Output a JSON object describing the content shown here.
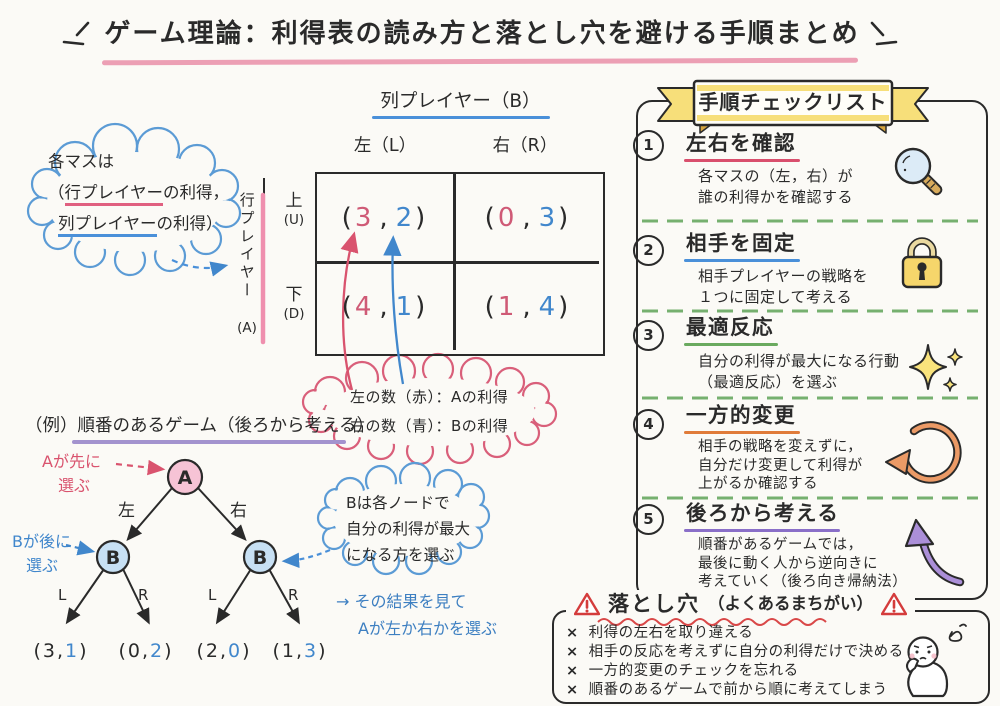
{
  "title": "ゲーム理論：利得表の読み方と落とし穴を避ける手順まとめ",
  "colors": {
    "ink": "#2a2a2a",
    "payoff_a": "#cf5a76",
    "payoff_b": "#4187cc",
    "title_underline": "#ec9fb4",
    "matrix_header_underline": "#4a90d9",
    "cloud_blue": "#5b9bd5",
    "cloud_pink": "#d95f7a",
    "divider_green": "#76b06f",
    "tree_title_underline": "#a393ce"
  },
  "note_cloud": {
    "line1": "各マスは",
    "line2_open": "（",
    "line2_red": "行プレイヤー",
    "line2_rest": "の利得，",
    "line3_blue": "列プレイヤー",
    "line3_rest": "の利得）"
  },
  "matrix": {
    "col_player": "列プレイヤー（B）",
    "row_player_vertical": "行プレイヤー",
    "row_player_tag": "(A)",
    "col_labels": [
      "左（L）",
      "右（R）"
    ],
    "row_labels": [
      {
        "main": "上",
        "sub": "(U)"
      },
      {
        "main": "下",
        "sub": "(D)"
      }
    ],
    "paren_open": "(",
    "paren_close": ")",
    "comma": ",",
    "cells": [
      {
        "a": "3",
        "b": "2"
      },
      {
        "a": "0",
        "b": "3"
      },
      {
        "a": "4",
        "b": "1"
      },
      {
        "a": "1",
        "b": "4"
      }
    ]
  },
  "legend_cloud": {
    "line1": "左の数（赤）：Aの利得",
    "line2": "右の数（青）：Bの利得"
  },
  "tree": {
    "title_prefix": "（例）",
    "title_main": "順番のあるゲーム（後ろから考える）",
    "a_note_line1": "Aが先に",
    "a_note_line2": "選ぶ",
    "b_note_line1": "Bが後に",
    "b_note_line2": "選ぶ",
    "node_a": "A",
    "node_b": "B",
    "branch_left": "左",
    "branch_right": "右",
    "leaf_labels": [
      "L",
      "R",
      "L",
      "R"
    ],
    "payoffs": [
      {
        "a": "3",
        "b": "1"
      },
      {
        "a": "0",
        "b": "2"
      },
      {
        "a": "2",
        "b": "0"
      },
      {
        "a": "1",
        "b": "3"
      }
    ],
    "cloud_line1": "Bは各ノードで",
    "cloud_line2": "自分の利得が最大",
    "cloud_line3": "になる方を選ぶ",
    "result_line1": "→ その結果を見て",
    "result_line2": "Aが左か右かを選ぶ"
  },
  "checklist": {
    "banner": "手順チェックリスト",
    "items": [
      {
        "num": "1",
        "title": "左右を確認",
        "underline_color": "#d94f6d",
        "icon": "magnifier",
        "line1": "各マスの（左，右）が",
        "line2": "誰の利得かを確認する"
      },
      {
        "num": "2",
        "title": "相手を固定",
        "underline_color": "#4a90d9",
        "icon": "lock",
        "line1": "相手プレイヤーの戦略を",
        "line2": "１つに固定して考える"
      },
      {
        "num": "3",
        "title": "最適反応",
        "underline_color": "#6aaa5f",
        "icon": "sparkles",
        "line1": "自分の利得が最大になる行動",
        "line2": "（最適反応）を選ぶ"
      },
      {
        "num": "4",
        "title": "一方的変更",
        "underline_color": "#e07b39",
        "icon": "cycle-arrow",
        "line1": "相手の戦略を変えずに，",
        "line2": "自分だけ変更して利得が",
        "line3": "上がるか確認する"
      },
      {
        "num": "5",
        "title": "後ろから考える",
        "underline_color": "#8a6fc8",
        "icon": "curved-arrow",
        "line1": "順番があるゲームでは，",
        "line2": "最後に動く人から逆向きに",
        "line3": "考えていく（後ろ向き帰納法）"
      }
    ]
  },
  "pitfalls": {
    "title_main": "落とし穴",
    "title_sub": "（よくあるまちがい）",
    "mark": "×",
    "items": [
      "利得の左右を取り違える",
      "相手の反応を考えずに自分の利得だけで決める",
      "一方的変更のチェックを忘れる",
      "順番のあるゲームで前から順に考えてしまう"
    ]
  }
}
